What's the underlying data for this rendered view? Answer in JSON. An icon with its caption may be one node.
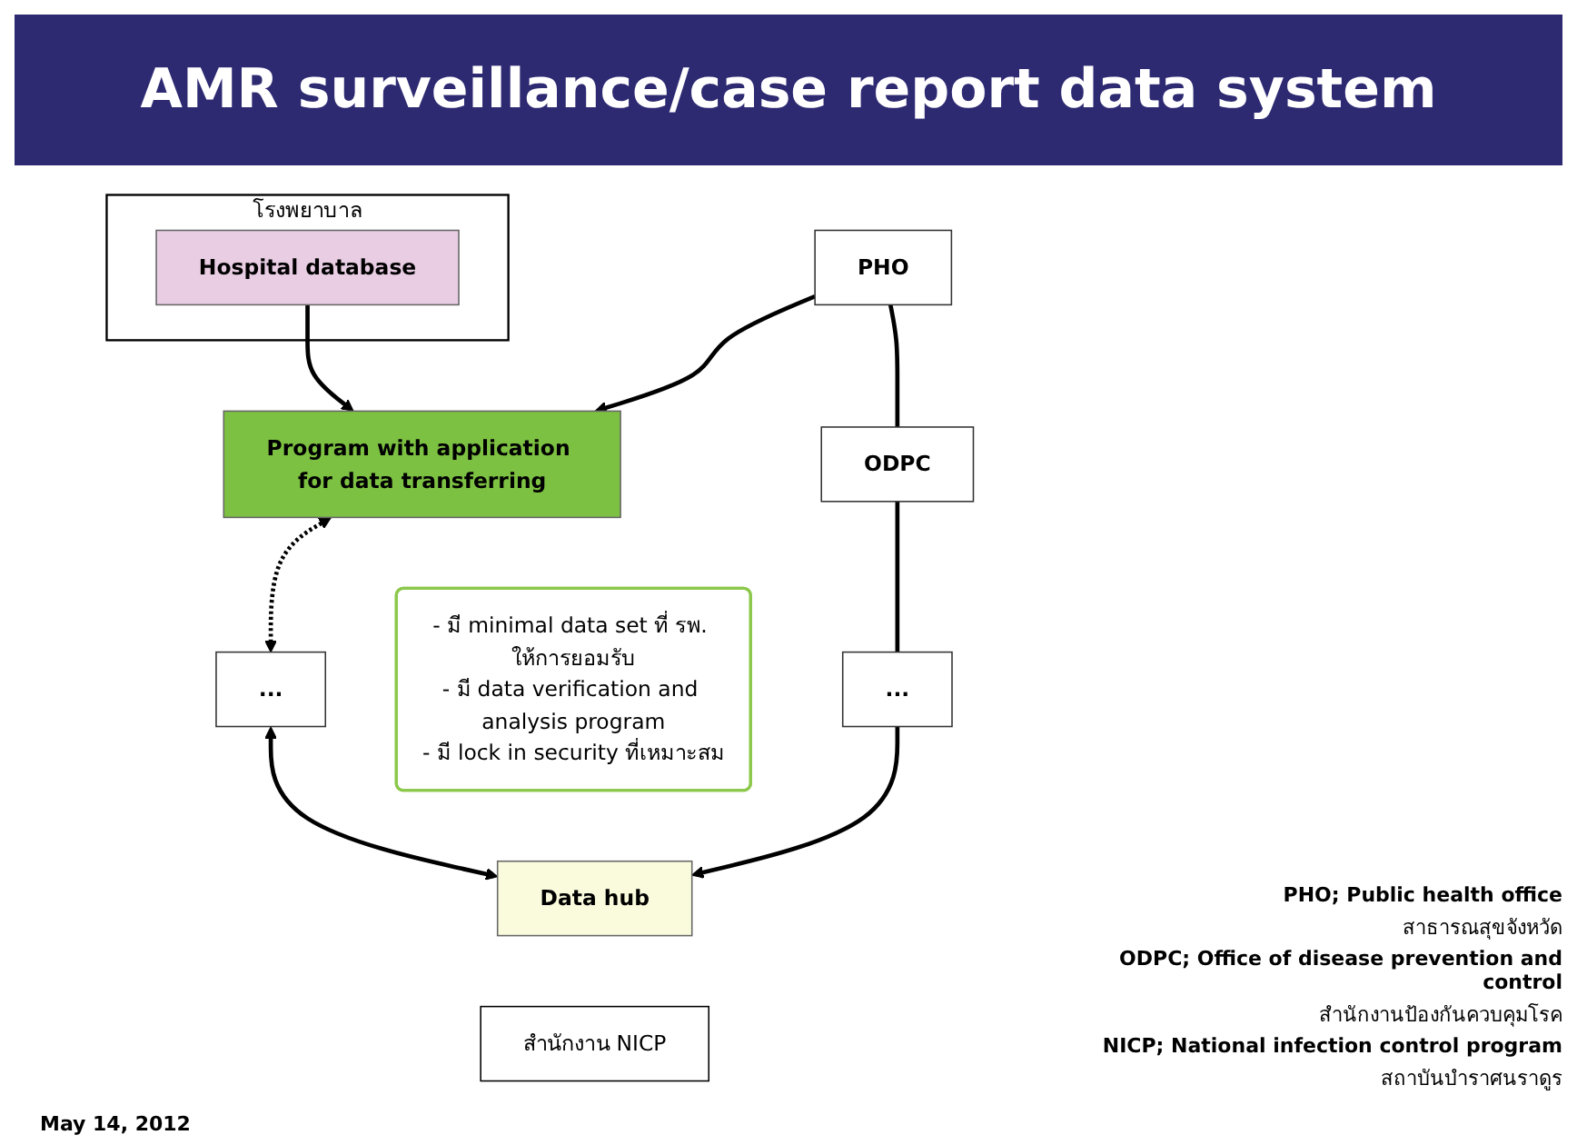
{
  "diagram": {
    "title": "AMR surveillance/case report data system",
    "nodes": [
      {
        "text": [
          "โรงพยาบาล"
        ]
      },
      {
        "text": [
          "Hospital database"
        ],
        "in": 0
      },
      {
        "text": [
          "Program with application for data transferring"
        ]
      },
      {
        "text": [
          "- มี minimal data set ที่ รพ. ให้การยอมรับ",
          "- มี data verification and analysis program",
          "- มี lock in security ที่เหมาะสม"
        ]
      },
      {
        "text": [
          "PHO"
        ]
      },
      {
        "text": [
          "ODPC"
        ]
      },
      {
        "text": [
          "..."
        ]
      },
      {
        "text": [
          "..."
        ]
      },
      {
        "text": [
          "Data hub"
        ]
      },
      {
        "text": [
          "สำนักงาน NICP"
        ]
      }
    ],
    "edges": [
      {
        "from": 1,
        "to": 2,
        "arrow": "to"
      },
      {
        "from": 4,
        "to": 2,
        "arrow": "to"
      },
      {
        "from": 4,
        "to": 5,
        "arrow": "none"
      },
      {
        "from": 5,
        "to": 6,
        "arrow": "none"
      },
      {
        "from": 6,
        "to": 8,
        "arrow": "to"
      },
      {
        "from": 7,
        "to": 8,
        "arrow": "both"
      },
      {
        "from": 2,
        "to": 7,
        "arrow": "both",
        "style": "dashed"
      }
    ],
    "labels": [
      "May 14, 2012",
      "PHO; Public health office",
      "สาธารณสุขจังหวัด",
      "ODPC; Office of disease prevention and control",
      "สำนักงานป้องกันควบคุมโรค",
      "NICP; National infection control program",
      "สถาบันบำราศนราดูร"
    ]
  }
}
